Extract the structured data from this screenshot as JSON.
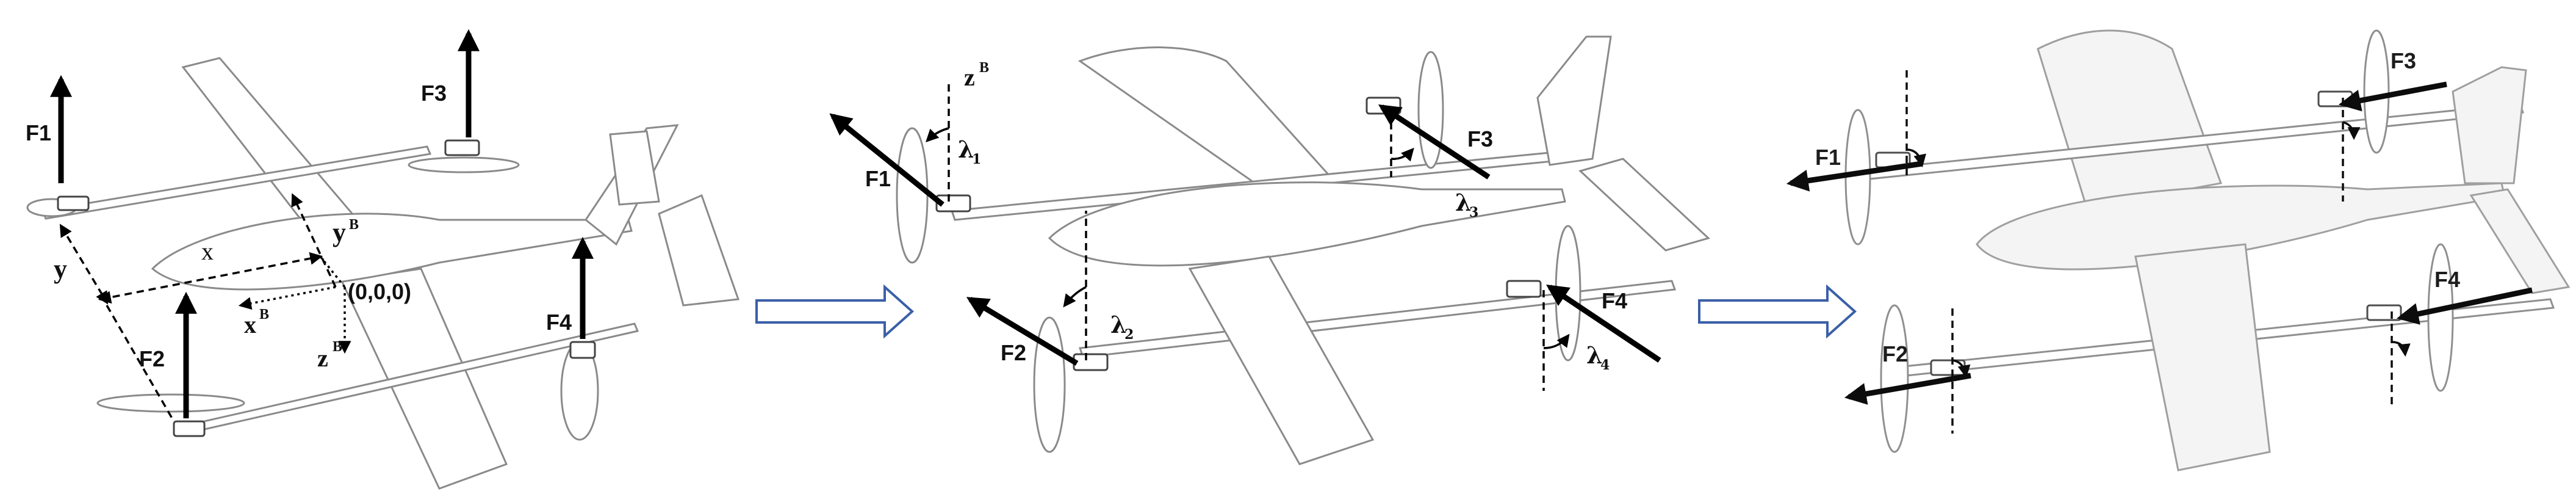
{
  "panel1": {
    "forces": [
      "F1",
      "F2",
      "F3",
      "F4"
    ],
    "axes": {
      "x_label": "x",
      "y_label": "y",
      "xb": "x",
      "yb": "y",
      "zb": "z",
      "sup": "B"
    },
    "origin": "(0,0,0)"
  },
  "panel2": {
    "forces": [
      "F1",
      "F2",
      "F3",
      "F4"
    ],
    "zb": "z",
    "sup": "B",
    "lambda": "λ",
    "subs": [
      "1",
      "2",
      "3",
      "4"
    ]
  },
  "panel3": {
    "forces": [
      "F1",
      "F2",
      "F3",
      "F4"
    ]
  },
  "colors": {
    "force": "#000000",
    "transition_arrow": "#3b5fa8",
    "airframe": "#8a8a8a"
  }
}
